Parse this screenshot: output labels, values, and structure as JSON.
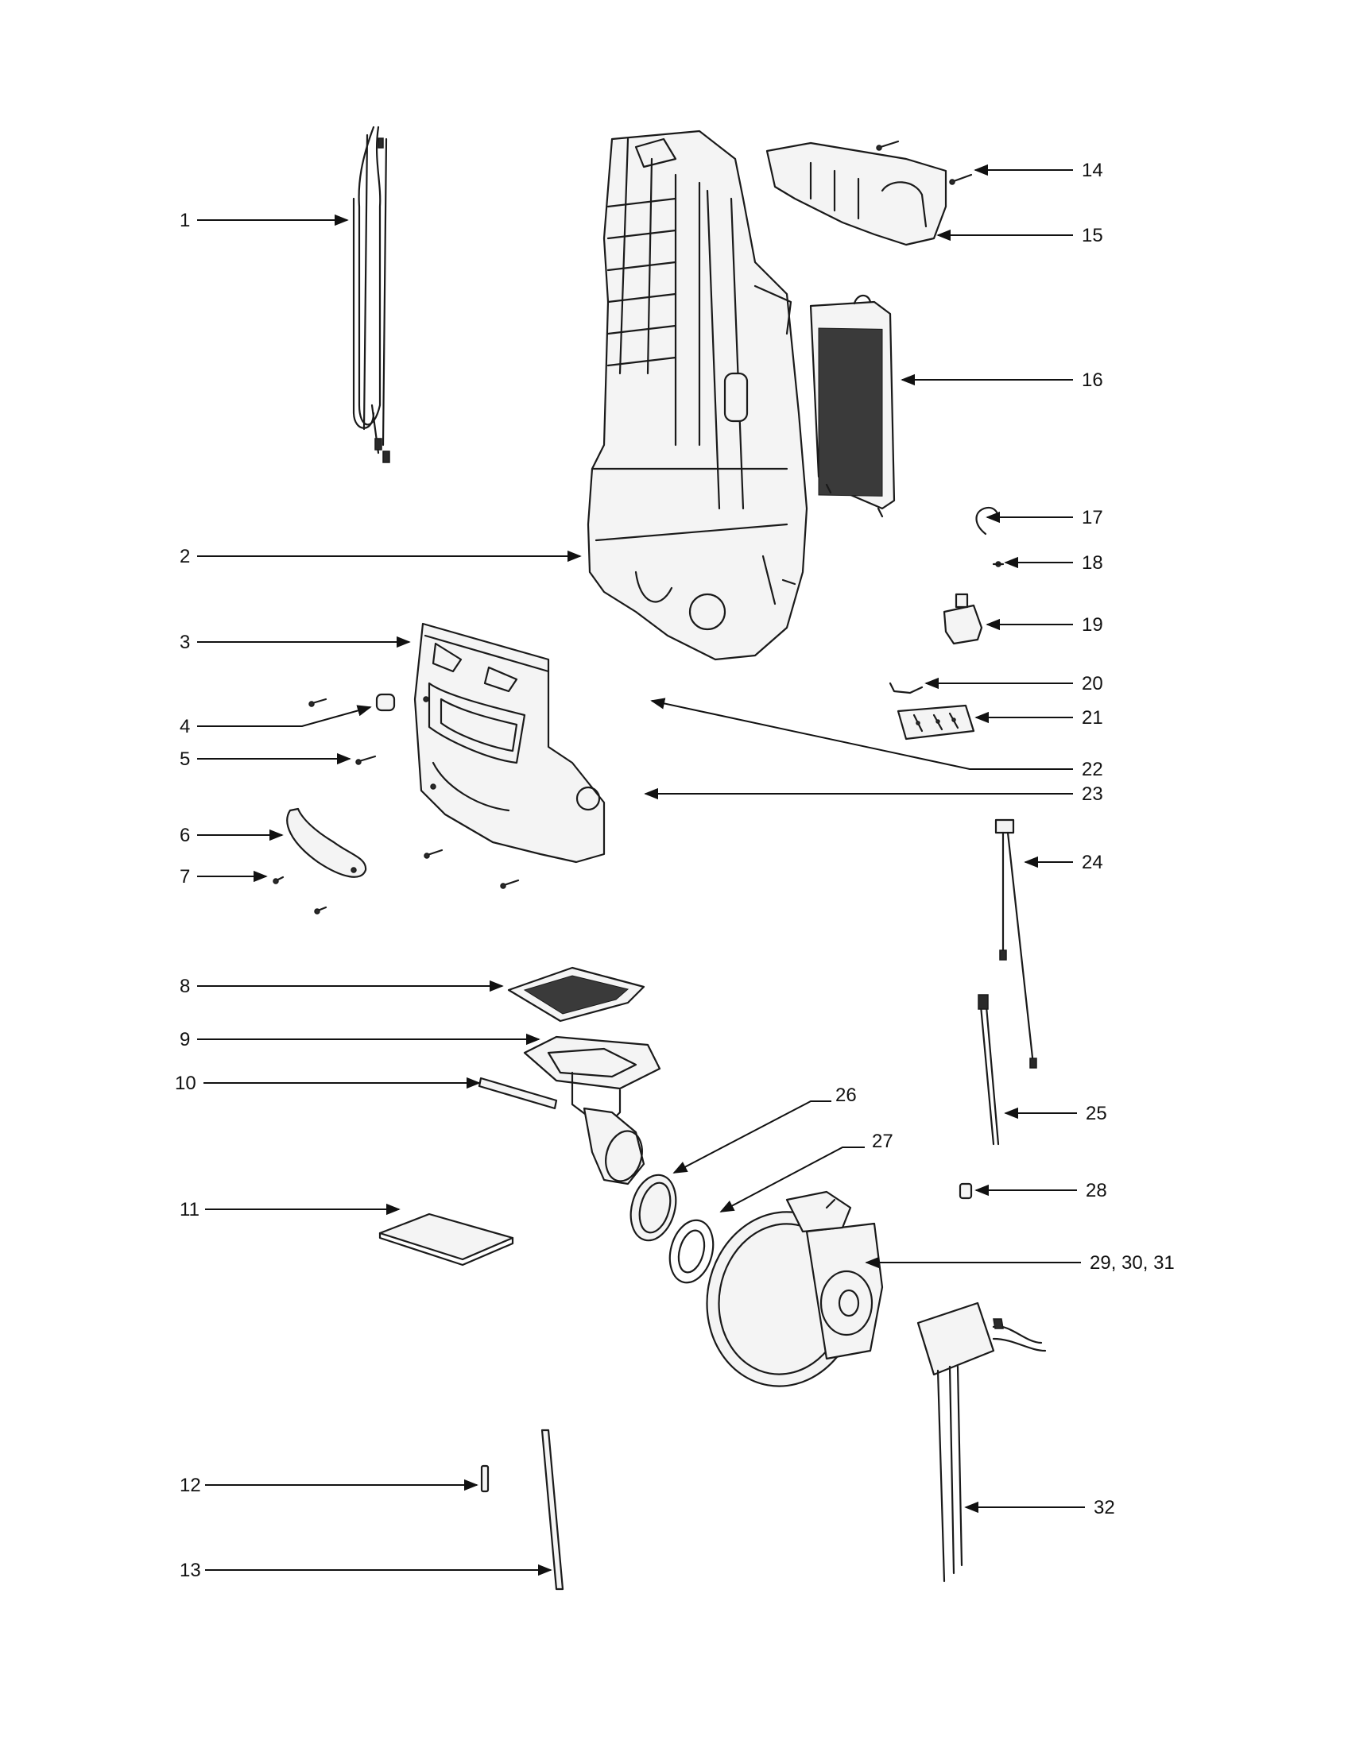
{
  "callouts": [
    {
      "id": "c1",
      "label": "1"
    },
    {
      "id": "c2",
      "label": "2"
    },
    {
      "id": "c3",
      "label": "3"
    },
    {
      "id": "c4",
      "label": "4"
    },
    {
      "id": "c5",
      "label": "5"
    },
    {
      "id": "c6",
      "label": "6"
    },
    {
      "id": "c7",
      "label": "7"
    },
    {
      "id": "c8",
      "label": "8"
    },
    {
      "id": "c9",
      "label": "9"
    },
    {
      "id": "c10",
      "label": "10"
    },
    {
      "id": "c11",
      "label": "11"
    },
    {
      "id": "c12",
      "label": "12"
    },
    {
      "id": "c13",
      "label": "13"
    },
    {
      "id": "c14",
      "label": "14"
    },
    {
      "id": "c15",
      "label": "15"
    },
    {
      "id": "c16",
      "label": "16"
    },
    {
      "id": "c17",
      "label": "17"
    },
    {
      "id": "c18",
      "label": "18"
    },
    {
      "id": "c19",
      "label": "19"
    },
    {
      "id": "c20",
      "label": "20"
    },
    {
      "id": "c21",
      "label": "21"
    },
    {
      "id": "c22",
      "label": "22"
    },
    {
      "id": "c23",
      "label": "23"
    },
    {
      "id": "c24",
      "label": "24"
    },
    {
      "id": "c25",
      "label": "25"
    },
    {
      "id": "c26",
      "label": "26"
    },
    {
      "id": "c27",
      "label": "27"
    },
    {
      "id": "c28",
      "label": "28"
    },
    {
      "id": "c29",
      "label": "29, 30, 31"
    },
    {
      "id": "c32",
      "label": "32"
    }
  ]
}
